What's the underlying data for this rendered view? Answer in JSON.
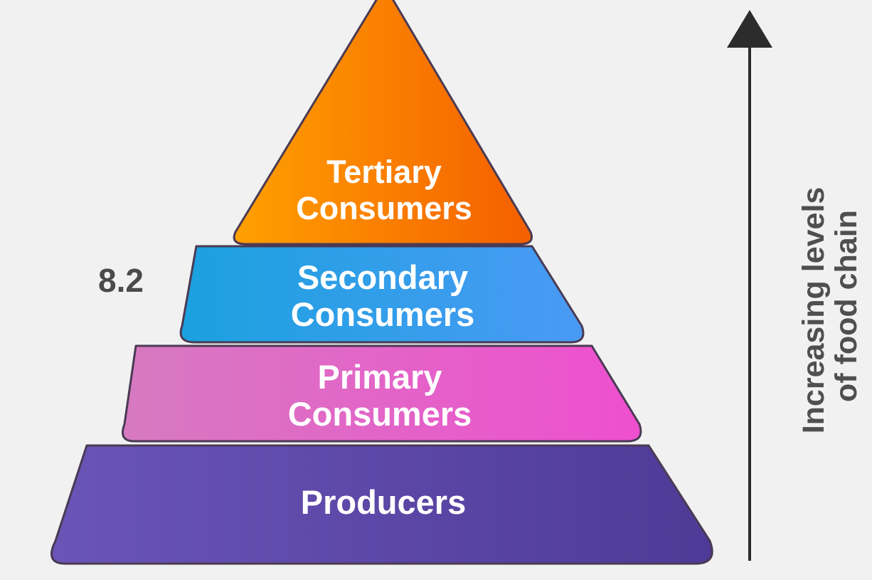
{
  "figure_number": "8.2",
  "tiers": [
    {
      "line1": "Tertiary",
      "line2": "Consumers",
      "color_start": "#ffa000",
      "color_end": "#f45f00"
    },
    {
      "line1": "Secondary",
      "line2": "Consumers",
      "color_start": "#1ba1df",
      "color_end": "#4a9af4"
    },
    {
      "line1": "Primary",
      "line2": "Consumers",
      "color_start": "#d67ac0",
      "color_end": "#ef4fcf"
    },
    {
      "line1": "Producers",
      "line2": "",
      "color_start": "#6a55b7",
      "color_end": "#4e3a97"
    }
  ],
  "axis": {
    "line1": "Increasing levels",
    "line2": "of food chain"
  }
}
